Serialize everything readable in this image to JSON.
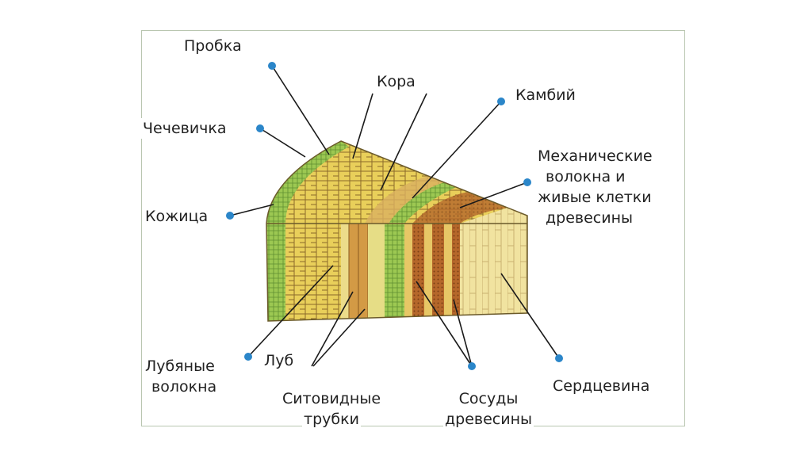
{
  "labels": {
    "probka": "Пробка",
    "kora": "Кора",
    "kambiy": "Камбий",
    "chechevichka": "Чечевичка",
    "mech_line1": "Механические",
    "mech_line2": "волокна и",
    "mech_line3": "живые клетки",
    "mech_line4": "древесины",
    "kozhitsa": "Кожица",
    "lubyanye_line1": "Лубяные",
    "lubyanye_line2": "волокна",
    "lub": "Луб",
    "sitovidnye_line1": "Ситовидные",
    "sitovidnye_line2": "трубки",
    "sosudy_line1": "Сосуды",
    "sosudy_line2": "древесины",
    "serdtsevina": "Сердцевина"
  },
  "colors": {
    "dot": "#2b86c9",
    "line": "#1a1a1a",
    "frame": "#b9c6b0"
  }
}
